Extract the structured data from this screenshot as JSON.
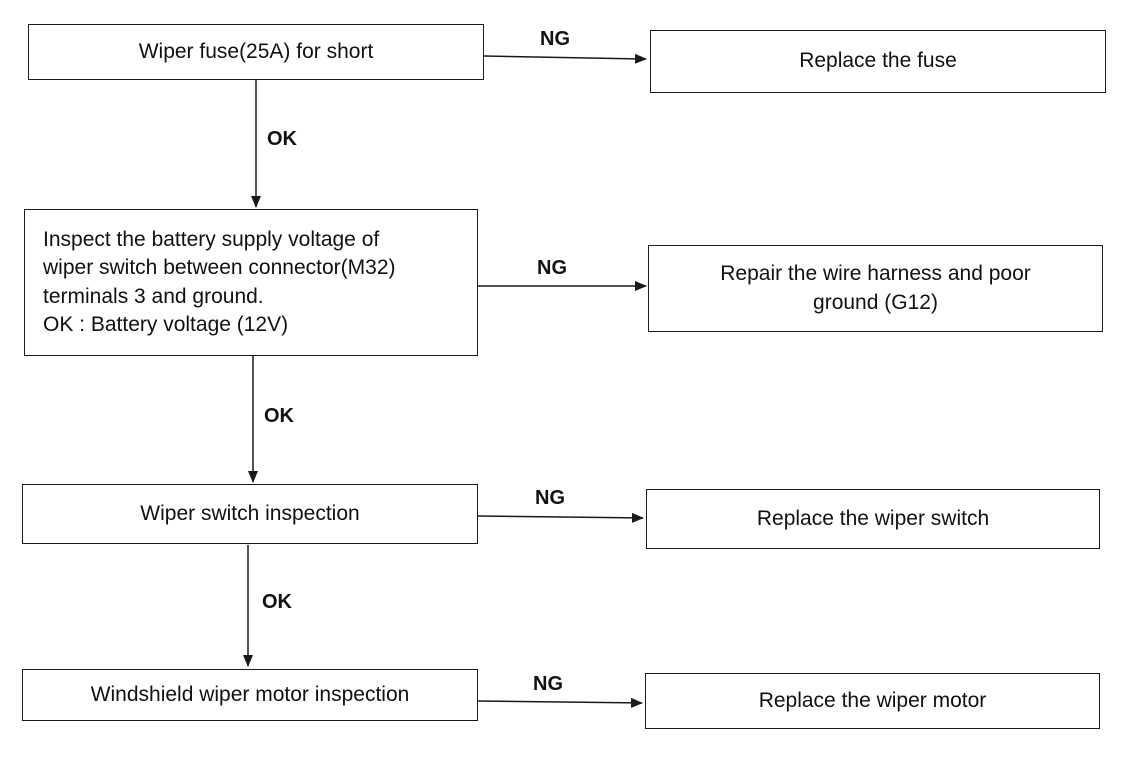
{
  "steps": [
    {
      "check": [
        "Wiper fuse(25A) for short"
      ],
      "ng_action": [
        "Replace the fuse"
      ],
      "ng_label": "NG",
      "ok_label": "OK"
    },
    {
      "check": [
        "Inspect the battery supply voltage of",
        "wiper switch between connector(M32)",
        "terminals 3 and ground.",
        "OK : Battery voltage (12V)"
      ],
      "ng_action": [
        "Repair the wire harness and poor",
        "ground (G12)"
      ],
      "ng_label": "NG",
      "ok_label": "OK"
    },
    {
      "check": [
        "Wiper switch inspection"
      ],
      "ng_action": [
        "Replace the wiper switch"
      ],
      "ng_label": "NG",
      "ok_label": "OK"
    },
    {
      "check": [
        "Windshield wiper motor inspection"
      ],
      "ng_action": [
        "Replace the wiper motor"
      ],
      "ng_label": "NG"
    }
  ]
}
